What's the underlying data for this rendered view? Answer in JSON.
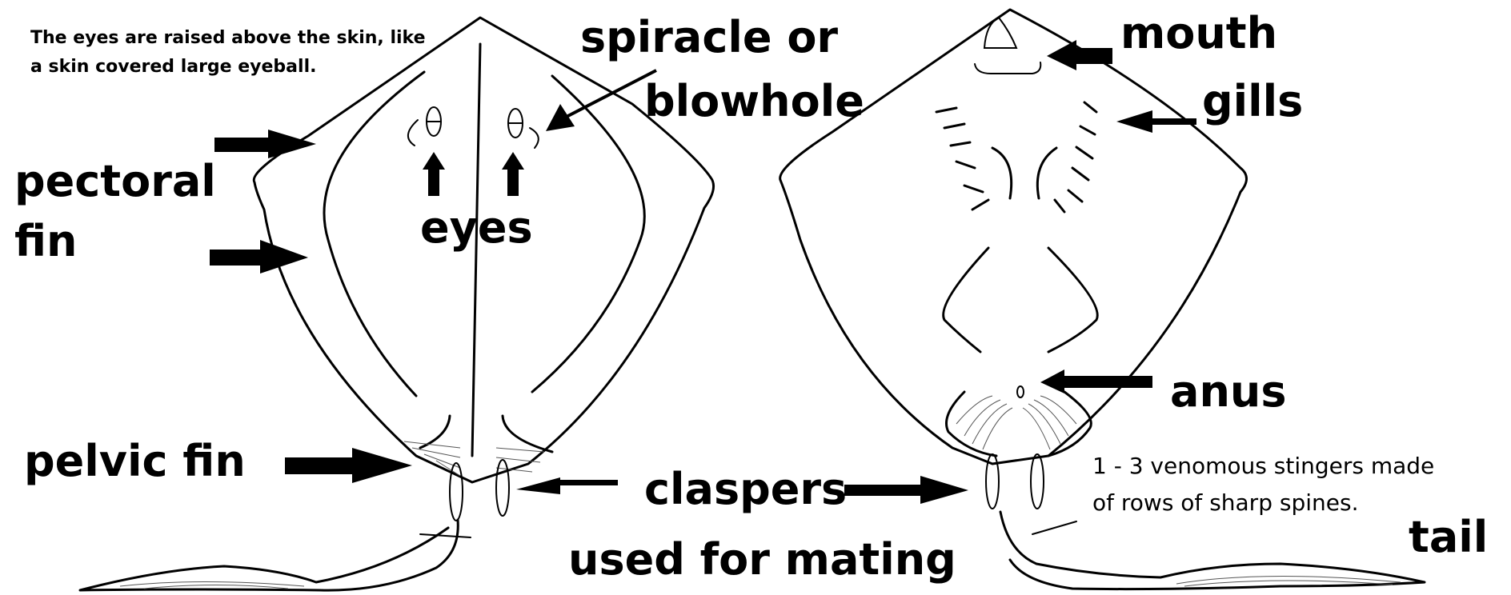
{
  "labels": {
    "eyes_note_line1": "The eyes are raised above the skin, like",
    "eyes_note_line2": "a skin covered large eyeball.",
    "spiracle_line1": "spiracle or",
    "spiracle_line2": "blowhole",
    "pectoral_line1": "pectoral",
    "pectoral_line2": "fin",
    "eyes": "eyes",
    "pelvic_fin": "pelvic fin",
    "claspers": "claspers",
    "used_for_mating": "used for mating",
    "mouth": "mouth",
    "gills": "gills",
    "anus": "anus",
    "stingers_line1": "1 - 3 venomous stingers made",
    "stingers_line2": "of rows of sharp spines.",
    "tail": "tail"
  }
}
